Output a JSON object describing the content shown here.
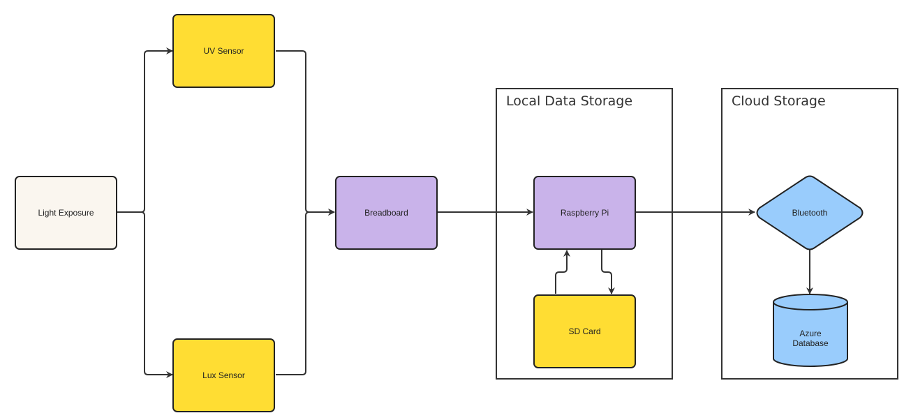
{
  "colors": {
    "neutral": "#faf6ef",
    "sensor": "#ffdd33",
    "processing": "#c9b3ea",
    "cloud": "#99ccfc",
    "stroke": "#333333"
  },
  "nodes": {
    "light_exposure": "Light Exposure",
    "uv_sensor": "UV Sensor",
    "lux_sensor": "Lux Sensor",
    "breadboard": "Breadboard",
    "raspberry_pi": "Raspberry Pi",
    "sd_card": "SD Card",
    "bluetooth": "Bluetooth",
    "azure_database": "Azure\nDatabase"
  },
  "containers": {
    "local": "Local Data Storage",
    "cloud": "Cloud Storage"
  }
}
